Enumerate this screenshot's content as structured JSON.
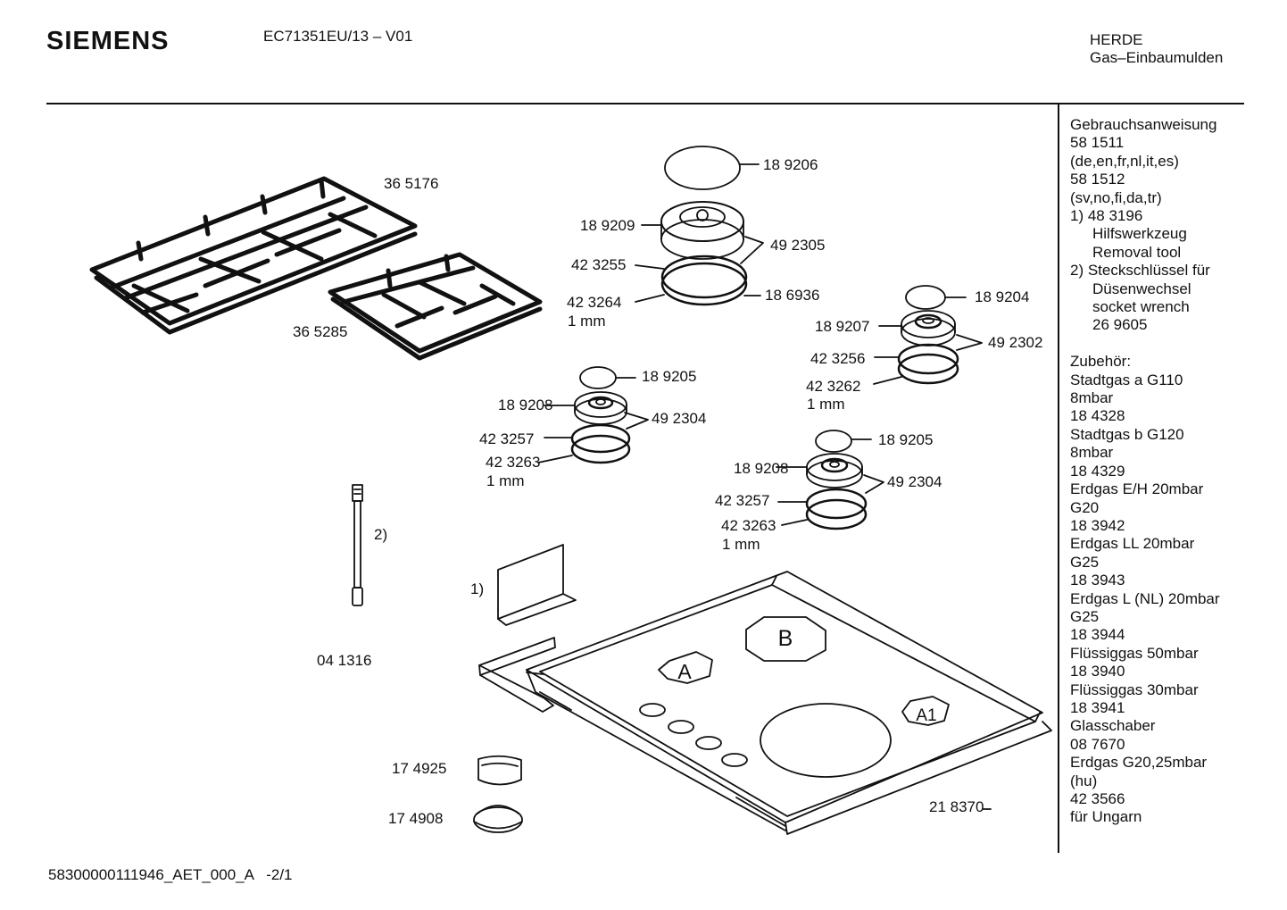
{
  "header": {
    "brand": "SIEMENS",
    "model": "EC71351EU/13 – V01",
    "category_line1": "HERDE",
    "category_line2": "Gas–Einbaumulden"
  },
  "footer": {
    "doc_id": "58300000111946_AET_000_A   -2/1"
  },
  "sidebar": {
    "manual_title": "Gebrauchsanweisung",
    "manual_1_number": "58 1511",
    "manual_1_langs": "(de,en,fr,nl,it,es)",
    "manual_2_number": "58 1512",
    "manual_2_langs": "(sv,no,fi,da,tr)",
    "tool_1_line1": "1)  48 3196",
    "tool_1_line2": "Hilfswerkzeug",
    "tool_1_line3": "Removal tool",
    "tool_2_line1": "2)  Steckschlüssel für",
    "tool_2_line2": "Düsenwechsel",
    "tool_2_line3": "socket wrench",
    "tool_2_line4": "26 9605",
    "accessories_title": "Zubehör:",
    "accessories": [
      "Stadtgas a G110",
      "8mbar",
      "18 4328",
      "Stadtgas b G120",
      "8mbar",
      "18 4329",
      "Erdgas E/H 20mbar",
      "G20",
      "18 3942",
      "Erdgas LL 20mbar",
      "G25",
      "18 3943",
      "Erdgas L (NL) 20mbar",
      "G25",
      "18 3944",
      "Flüssiggas 50mbar",
      "18 3940",
      "Flüssiggas 30mbar",
      "18 3941",
      "Glasschaber",
      "08 7670",
      "Erdgas G20,25mbar",
      "(hu)",
      "42 3566",
      "für Ungarn"
    ]
  },
  "parts": {
    "grid_large": "36 5176",
    "grid_small": "36 5285",
    "cap_top": "18 9206",
    "burner_top": "18 9209",
    "ring_set_top": "49 2305",
    "seal_top_a": "42 3255",
    "seal_top_b": "42 3264",
    "seal_top_b_note": "1 mm",
    "ring_top": "18 6936",
    "cap_right": "18 9204",
    "burner_right": "18 9207",
    "ring_set_right": "49 2302",
    "seal_right_a": "42 3256",
    "seal_right_b": "42 3262",
    "seal_right_b_note": "1 mm",
    "cap_mid": "18 9205",
    "burner_mid": "18 9208",
    "ring_set_mid": "49 2304",
    "seal_mid_a": "42 3257",
    "seal_mid_b": "42 3263",
    "seal_mid_b_note": "1 mm",
    "cap_low": "18 9205",
    "burner_low": "18 9208",
    "ring_set_low": "49 2304",
    "seal_low_a": "42 3257",
    "seal_low_b": "42 3263",
    "seal_low_b_note": "1 mm",
    "wrench_ref": "2)",
    "wrench_number": "04 1316",
    "tool_ref": "1)",
    "knob_a": "17 4925",
    "knob_b": "17 4908",
    "hob": "21 8370",
    "zone_a": "A",
    "zone_b": "B",
    "zone_a1": "A1"
  }
}
